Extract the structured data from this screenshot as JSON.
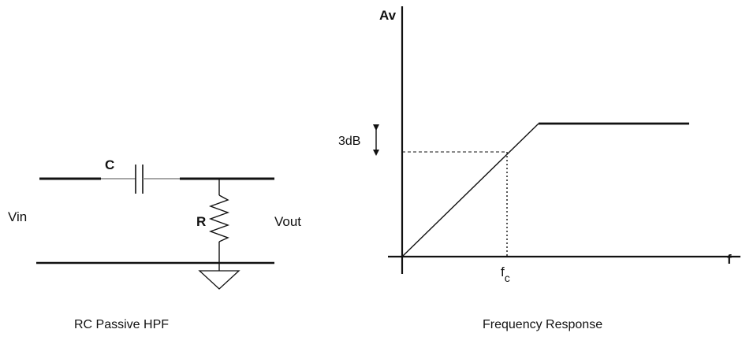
{
  "circuit": {
    "capacitor_label": "C",
    "resistor_label": "R",
    "input_label": "Vin",
    "output_label": "Vout",
    "caption": "RC Passive HPF"
  },
  "response": {
    "y_axis_label": "Av",
    "x_axis_label": "f",
    "cutoff_label": "f",
    "cutoff_subscript": "c",
    "gain_marker_label": "3dB",
    "caption": "Frequency Response"
  }
}
